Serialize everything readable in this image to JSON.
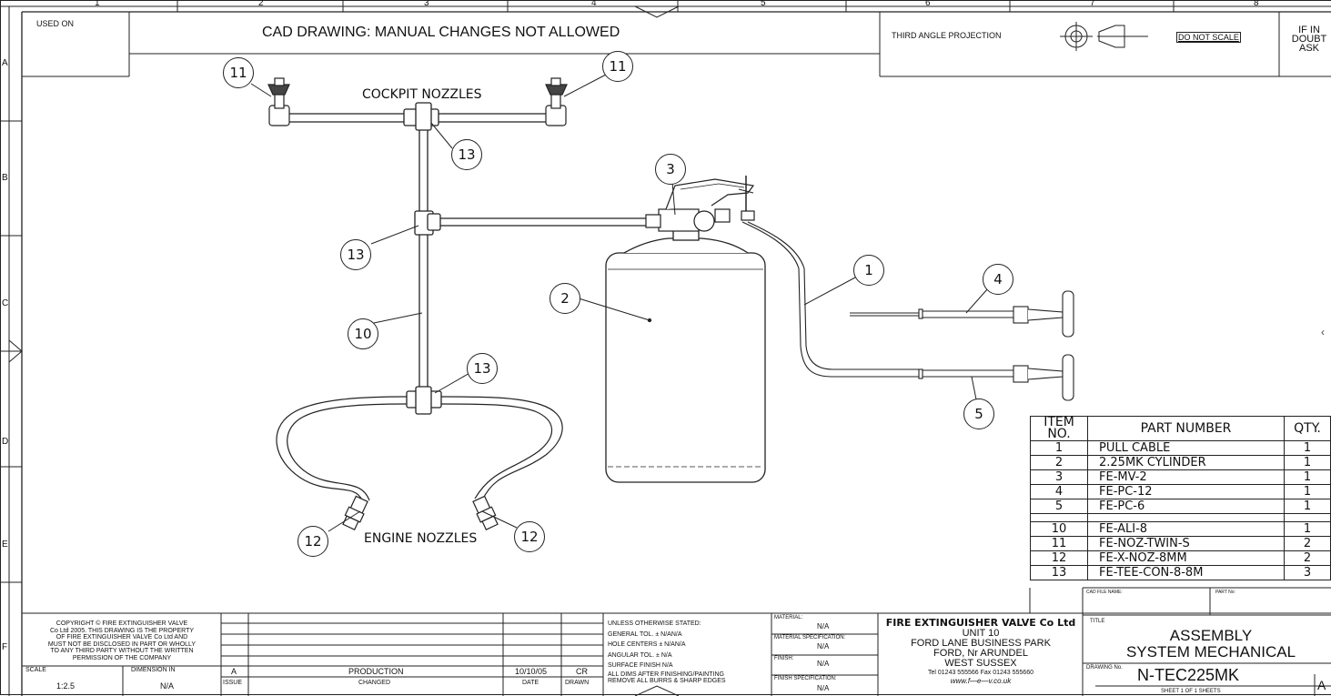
{
  "header": {
    "used_on": "USED ON",
    "title": "CAD DRAWING: MANUAL CHANGES NOT ALLOWED",
    "projection": "THIRD ANGLE PROJECTION",
    "do_not_scale": "DO NOT SCALE",
    "if_in_doubt": [
      "IF IN",
      "DOUBT",
      "ASK"
    ]
  },
  "zones": {
    "columns": [
      "1",
      "2",
      "3",
      "4",
      "5",
      "6",
      "7",
      "8"
    ],
    "rows": [
      "A",
      "B",
      "C",
      "D",
      "E",
      "F"
    ]
  },
  "labels": {
    "cockpit": "COCKPIT NOZZLES",
    "engine": "ENGINE NOZZLES"
  },
  "callouts": [
    "11",
    "11",
    "13",
    "3",
    "13",
    "1",
    "2",
    "4",
    "10",
    "13",
    "5",
    "12",
    "12"
  ],
  "parts_table": {
    "headers": [
      "ITEM NO.",
      "PART NUMBER",
      "QTY."
    ],
    "rows": [
      {
        "item": "1",
        "part": "PULL CABLE",
        "qty": "1"
      },
      {
        "item": "2",
        "part": "2.25MK CYLINDER",
        "qty": "1"
      },
      {
        "item": "3",
        "part": "FE-MV-2",
        "qty": "1"
      },
      {
        "item": "4",
        "part": "FE-PC-12",
        "qty": "1"
      },
      {
        "item": "5",
        "part": "FE-PC-6",
        "qty": "1"
      },
      {
        "item": "10",
        "part": "FE-ALI-8",
        "qty": "1"
      },
      {
        "item": "11",
        "part": "FE-NOZ-TWIN-S",
        "qty": "2"
      },
      {
        "item": "12",
        "part": "FE-X-NOZ-8MM",
        "qty": "2"
      },
      {
        "item": "13",
        "part": "FE-TEE-CON-8-8M",
        "qty": "3"
      }
    ]
  },
  "title_block": {
    "copyright": [
      "COPYRIGHT © FIRE EXTINGUISHER VALVE",
      "Co Ltd 2005. THIS DRAWING IS THE PROPERTY",
      "OF FIRE EXTINGUISHER VALVE Co Ltd AND",
      "MUST NOT BE DISCLOSED IN PART OR WHOLLY",
      "TO ANY THIRD PARTY WITHOUT THE WRITTEN",
      "PERMISSION OF THE COMPANY"
    ],
    "scale_label": "SCALE",
    "scale_value": "1:2.5",
    "dimension_label": "DIMENSION IN",
    "dimension_value": "N/A",
    "issue_value": "A",
    "issue_label": "ISSUE",
    "change_value": "PRODUCTION",
    "change_label": "CHANGED",
    "date_value": "10/10/05",
    "date_label": "DATE",
    "drawn_value": "CR",
    "drawn_label": "DRAWN",
    "tolerances": [
      "UNLESS OTHERWISE STATED:",
      "GENERAL TOL.   ±  N/AN/A",
      "HOLE CENTERS   ±  N/AN/A",
      "ANGULAR TOL.   ±  N/A",
      "SURFACE FINISH     N/A",
      "ALL DIMS AFTER FINISHING/PAINTING",
      "REMOVE ALL BURRS & SHARP EDGES"
    ],
    "material_label": "MATERIAL:",
    "material_value": "N/A",
    "material_spec_label": "MATERIAL SPECIFICATION:",
    "material_spec_value": "N/A",
    "finish_label": "FINISH:",
    "finish_value": "N/A",
    "finish_spec_label": "FINISH SPECIFICATION:",
    "finish_spec_value": "N/A",
    "company_name": "FIRE EXTINGUISHER VALVE Co Ltd",
    "address": [
      "UNIT 10",
      "FORD LANE BUSINESS PARK",
      "FORD, Nr ARUNDEL",
      "WEST SUSSEX"
    ],
    "phone": "Tel 01243 555566 Fax 01243 555660",
    "web": "www.f—e—v.co.uk",
    "cad_file_label": "CAD FILE NAME:",
    "part_no_label": "PART No:",
    "title_label": "TITLE",
    "title_lines": [
      "ASSEMBLY",
      "SYSTEM MECHANICAL"
    ],
    "drawing_no_label": "DRAWING No.",
    "drawing_no": "N-TEC225MK",
    "sheet": "SHEET 1 OF 1 SHEETS",
    "size": "A"
  }
}
